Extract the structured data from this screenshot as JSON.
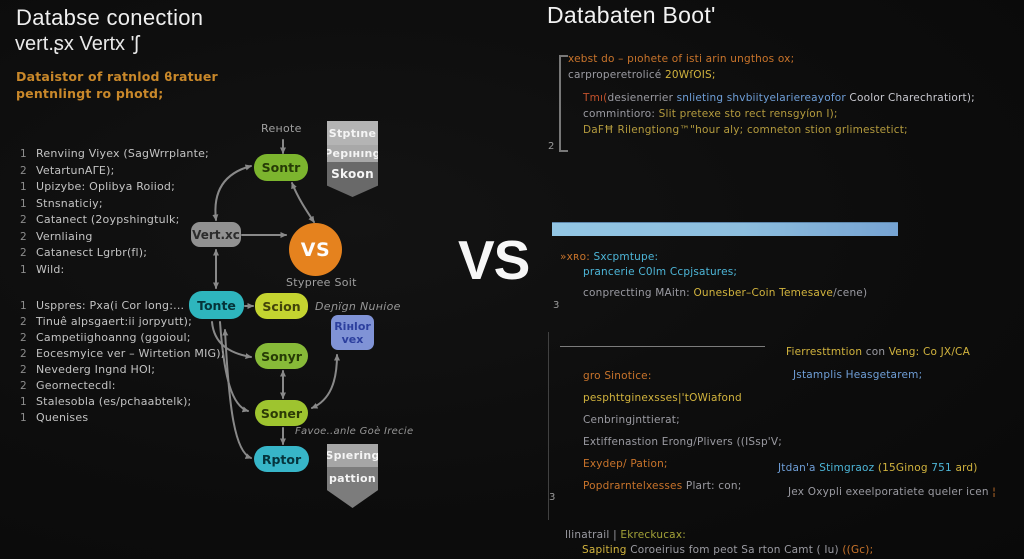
{
  "left": {
    "title_line1": "Databse conection",
    "title_line2": "vert.ʂx Vertx 'ʃ",
    "subtitle_line1": "Dataistor of ratnlod ϐratuer",
    "subtitle_line2": "pentnlingt ro photd;",
    "list1": [
      {
        "n": "1",
        "t": "Renviing Viyex (SagWrrplante;"
      },
      {
        "n": "2",
        "t": "VetartunAΓE);"
      },
      {
        "n": "1",
        "t": "Upizybe: Oplibya Roiiod;"
      },
      {
        "n": "1",
        "t": "Stnsnaticiy;"
      },
      {
        "n": "2",
        "t": "Catanect (2oypshingtulk;"
      },
      {
        "n": "2",
        "t": "Vernliaing"
      },
      {
        "n": "2",
        "t": "Catanesct Lgrbr(fl);"
      },
      {
        "n": "1",
        "t": "Wild:"
      }
    ],
    "list2": [
      {
        "n": "1",
        "t": "Usppres: Pxa(i Cor long:..."
      },
      {
        "n": "2",
        "t": "Tinuê alpsgaert:ii jorpyutt);"
      },
      {
        "n": "2",
        "t": "Campetiighoanng (ggoioul;"
      },
      {
        "n": "2",
        "t": "Eocesmyice ver – Wirtetion MIG);"
      },
      {
        "n": "2",
        "t": "Nevederg Ingnd HOI;"
      },
      {
        "n": "2",
        "t": "Geornectecdl:"
      },
      {
        "n": "1",
        "t": "Stalesobla (es/pchaabtelk);"
      },
      {
        "n": "1",
        "t": "Quenises"
      }
    ],
    "flow": {
      "remote_label": "Reʜote",
      "node_sontr": "Sontr",
      "node_vertx": "Vert.xc",
      "node_tonte": "Tonte",
      "node_scion": "Scion",
      "node_sonyr": "Sonyr",
      "node_soner": "Soner",
      "node_rptor": "Rptor",
      "vs_circle": "VS",
      "label_stypree": "Stypree Soit",
      "label_design": "Deɲïgn Nuʜioe",
      "label_favoe": "Favoe..anle Goè Irecie",
      "badge_top": [
        "Stptıne",
        "Pepıʜıng",
        "Skoon"
      ],
      "badge_bottom": [
        "Spıering",
        "pattion"
      ],
      "badge_rivlor": [
        "Riʜlor",
        "vex"
      ]
    }
  },
  "center": {
    "vs": "VS"
  },
  "right": {
    "title": "Databaten Boot'",
    "gutter": {
      "n2": "2",
      "n3a": "3",
      "n3b": "3"
    },
    "block1": [
      {
        "segs": [
          {
            "c": "orange",
            "t": "xebst do – pıohete of isti arin ungthos ox;"
          }
        ]
      },
      {
        "segs": [
          {
            "c": "gray",
            "t": "carproperetrolicé "
          },
          {
            "c": "yellow",
            "t": "20WſOIS;"
          }
        ]
      },
      {
        "ind": 1,
        "gap": 1,
        "segs": [
          {
            "c": "red",
            "t": "Tmı("
          },
          {
            "c": "gray",
            "t": "desienerrier "
          },
          {
            "c": "blue",
            "t": "snlieting shvbiityelariereayofor "
          },
          {
            "c": "lgray",
            "t": "Coolor Charechratiort);"
          }
        ]
      },
      {
        "ind": 1,
        "segs": [
          {
            "c": "gray",
            "t": "commintioro: "
          },
          {
            "c": "olive",
            "t": "Slit pretexe sto rect rensgyíon I);"
          }
        ]
      },
      {
        "ind": 1,
        "segs": [
          {
            "c": "olive",
            "t": "DaFĦ Rilengtiong™\"hour aly; comneton stion grlimestetict;"
          }
        ]
      }
    ],
    "block2": [
      {
        "segs": [
          {
            "c": "orange",
            "t": "»xʀo: "
          },
          {
            "c": "cyan",
            "t": "Sxcpmtupe:"
          }
        ]
      },
      {
        "ind": 1,
        "segs": [
          {
            "c": "cyan",
            "t": "prancerie C0lm Ccpjsatures;"
          }
        ]
      },
      {
        "ind": 1,
        "gap": 1,
        "segs": [
          {
            "c": "gray",
            "t": "conprectting MAitn: "
          },
          {
            "c": "yellow",
            "t": "Ounesber–Coin Temesave"
          },
          {
            "c": "gray",
            "t": "/cene)"
          }
        ]
      }
    ],
    "mid_left": [
      {
        "segs": [
          {
            "c": "orange",
            "t": "gro Sinotice:"
          }
        ]
      },
      {
        "segs": [
          {
            "c": "yellow",
            "t": "pesphttginexsses|'tOWiafond"
          }
        ]
      },
      {
        "segs": [
          {
            "c": "gray",
            "t": "Cenbringjnttierat;"
          }
        ]
      },
      {
        "segs": [
          {
            "c": "gray",
            "t": "Extiffenastion Erong/Plivers ((ISsp'V;"
          }
        ]
      },
      {
        "segs": [
          {
            "c": "orange",
            "t": "Exydep/ Pation;"
          }
        ]
      },
      {
        "segs": [
          {
            "c": "orange",
            "t": "Popdrarntelxesses "
          },
          {
            "c": "gray",
            "t": "Plart: con;"
          }
        ]
      }
    ],
    "mid_right": [
      {
        "segs": [
          {
            "c": "yellow",
            "t": "Fierresttmtion "
          },
          {
            "c": "gray",
            "t": "con "
          },
          {
            "c": "yellow",
            "t": "Veng: Co JX/CA"
          }
        ]
      },
      {
        "ind": 1,
        "segs": [
          {
            "c": "blue",
            "t": "Jstamplis Heasgetarem;"
          }
        ]
      }
    ],
    "low_right": [
      {
        "segs": [
          {
            "c": "blue",
            "t": "Jtdan'a "
          },
          {
            "c": "cyan",
            "t": "Stimgraoz "
          },
          {
            "c": "yellow",
            "t": "(15Ginog "
          },
          {
            "c": "cyan",
            "t": "751 "
          },
          {
            "c": "yellow",
            "t": "ard)"
          }
        ]
      },
      {
        "ind": 1,
        "segs": [
          {
            "c": "gray",
            "t": "Jex Oxypli exeelporatiete queler icen "
          },
          {
            "c": "orange",
            "t": "¦"
          }
        ]
      }
    ],
    "bottom": [
      {
        "segs": [
          {
            "c": "gray",
            "t": "llinatrail | "
          },
          {
            "c": "green",
            "t": "Ekreckucax:"
          }
        ]
      },
      {
        "ind": 1,
        "segs": [
          {
            "c": "yellow",
            "t": "Sapiting "
          },
          {
            "c": "gray",
            "t": "Coroeirius fom peot Sa rton Camt ( Iu) "
          },
          {
            "c": "orange",
            "t": "((Gc);"
          }
        ]
      }
    ]
  },
  "palette": {
    "background": "#0d0d0d",
    "vs_circle_orange": "#e5821e",
    "node_green": "#7cb52e",
    "node_teal": "#2eb5bd",
    "node_yellow_green": "#c4d430",
    "node_gray": "#919191",
    "badge_periwinkle": "#8093d6",
    "badge_gray_light": "#b4b4b4",
    "badge_gray_dark": "#696969",
    "subtitle_orange": "#c9882a",
    "code_orange": "#c9742b",
    "code_yellow": "#d2b43e",
    "code_olive": "#b49b3e",
    "code_blue": "#6f9fd8",
    "code_cyan": "#4db6d8",
    "code_gray": "#9b9ba2",
    "code_green": "#a3a238",
    "blue_bar": "#8dbede",
    "arrow_gray": "#9a9a9a",
    "title_white": "#f0f0f0"
  }
}
